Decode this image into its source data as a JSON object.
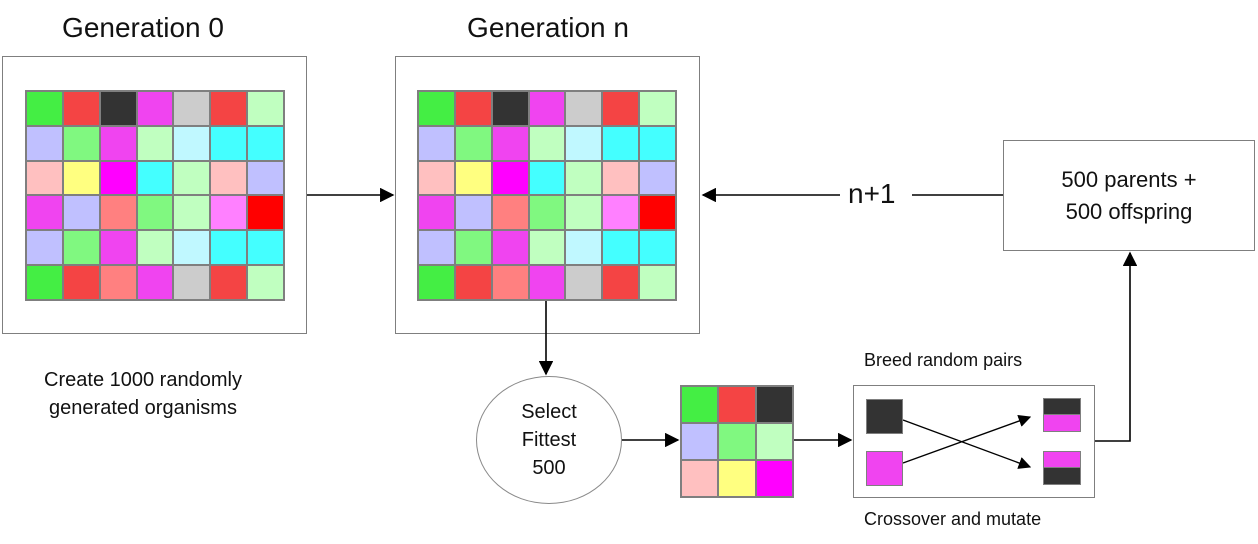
{
  "titles": {
    "gen0": "Generation 0",
    "genn": "Generation n"
  },
  "captions": {
    "create": "Create 1000 randomly\ngenerated  organisms"
  },
  "select_node": "Select\nFittest\n500",
  "result_node": "500 parents +\n500 offspring",
  "loop_label": "n+1",
  "breed_label": "Breed random pairs",
  "crossover_label": "Crossover and mutate",
  "colors": {
    "G": "#44ee44",
    "R": "#f44444",
    "K": "#333333",
    "M": "#f044f0",
    "S": "#cccccc",
    "L": "#c0ffc0",
    "V": "#c0c0ff",
    "E": "#80f880",
    "C": "#c0ffff",
    "A": "#44ffff",
    "P": "#ffc0c0",
    "Y": "#ffff80",
    "F": "#ff00ff",
    "T": "#44ffff",
    "Q": "#c0f8ff",
    "O": "#ff8080",
    "N": "#ff80ff",
    "X": "#ff0000"
  },
  "grids": {
    "gen0": [
      [
        "G",
        "R",
        "K",
        "M",
        "S",
        "R",
        "L"
      ],
      [
        "V",
        "E",
        "M",
        "L",
        "Q",
        "A",
        "T"
      ],
      [
        "P",
        "Y",
        "F",
        "A",
        "L",
        "P",
        "V"
      ],
      [
        "M",
        "V",
        "O",
        "E",
        "L",
        "N",
        "X"
      ],
      [
        "V",
        "E",
        "M",
        "L",
        "Q",
        "A",
        "T"
      ],
      [
        "G",
        "R",
        "O",
        "M",
        "S",
        "R",
        "L"
      ]
    ],
    "genn": [
      [
        "G",
        "R",
        "K",
        "M",
        "S",
        "R",
        "L"
      ],
      [
        "V",
        "E",
        "M",
        "L",
        "Q",
        "A",
        "T"
      ],
      [
        "P",
        "Y",
        "F",
        "A",
        "L",
        "P",
        "V"
      ],
      [
        "M",
        "V",
        "O",
        "E",
        "L",
        "N",
        "X"
      ],
      [
        "V",
        "E",
        "M",
        "L",
        "Q",
        "A",
        "T"
      ],
      [
        "G",
        "R",
        "O",
        "M",
        "S",
        "R",
        "L"
      ]
    ],
    "fittest": [
      [
        "G",
        "R",
        "K"
      ],
      [
        "V",
        "E",
        "L"
      ],
      [
        "P",
        "Y",
        "F"
      ]
    ]
  }
}
